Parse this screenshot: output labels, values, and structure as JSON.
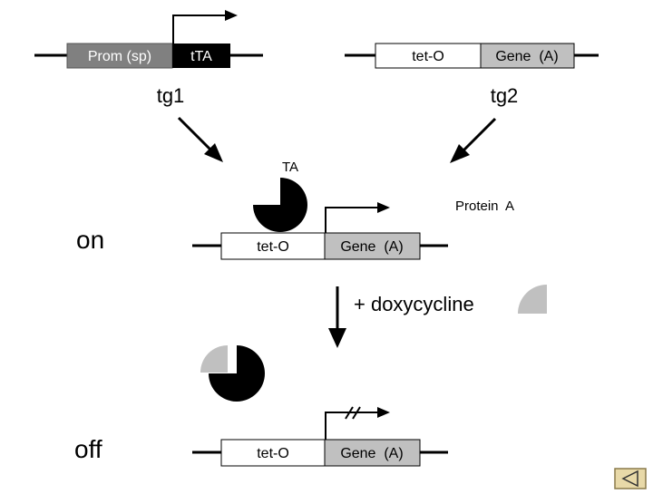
{
  "construct_tg1": {
    "promoter_label": "Prom (sp)",
    "transactivator_label": "tTA",
    "name": "tg1"
  },
  "construct_tg2": {
    "operator_label": "tet-O",
    "gene_label": "Gene  (A)",
    "name": "tg2"
  },
  "on_state": {
    "state_label": "on",
    "activator_label": "TA",
    "product_label": "Protein  A",
    "operator_label": "tet-O",
    "gene_label": "Gene  (A)"
  },
  "drug": {
    "label": "+ doxycycline"
  },
  "off_state": {
    "state_label": "off",
    "operator_label": "tet-O",
    "gene_label": "Gene  (A)"
  },
  "colors": {
    "promoter_fill": "#808080",
    "gene_fill": "#c0c0c0",
    "transactivator_fill": "#000000",
    "doxycycline_fill": "#c0c0c0",
    "nav_button_fill": "#e8d9a8"
  },
  "navigation": {
    "back_icon": "triangle-left-icon"
  }
}
